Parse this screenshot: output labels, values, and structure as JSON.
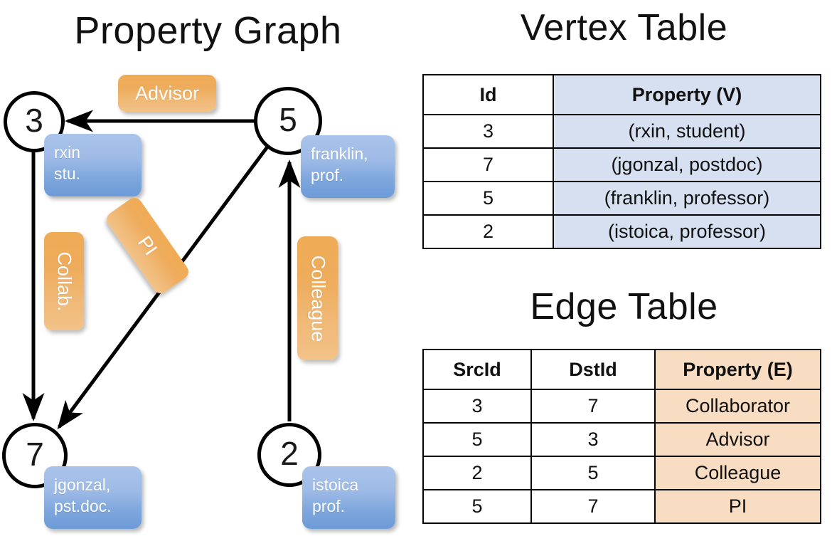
{
  "panels": {
    "graph_title": "Property Graph",
    "vertex_title": "Vertex Table",
    "edge_title": "Edge Table"
  },
  "graph": {
    "nodes": [
      {
        "id": "3",
        "property_line1": "rxin",
        "property_line2": "stu."
      },
      {
        "id": "5",
        "property_line1": "franklin,",
        "property_line2": "prof."
      },
      {
        "id": "7",
        "property_line1": "jgonzal,",
        "property_line2": "pst.doc."
      },
      {
        "id": "2",
        "property_line1": "istoica",
        "property_line2": "prof."
      }
    ],
    "edge_labels": {
      "advisor": "Advisor",
      "collab": "Collab.",
      "pi": "PI",
      "colleague": "Colleague"
    }
  },
  "vertex_table": {
    "headers": [
      "Id",
      "Property (V)"
    ],
    "rows": [
      {
        "id": "3",
        "property": "(rxin, student)"
      },
      {
        "id": "7",
        "property": "(jgonzal, postdoc)"
      },
      {
        "id": "5",
        "property": "(franklin, professor)"
      },
      {
        "id": "2",
        "property": "(istoica, professor)"
      }
    ]
  },
  "edge_table": {
    "headers": [
      "SrcId",
      "DstId",
      "Property (E)"
    ],
    "rows": [
      {
        "src": "3",
        "dst": "7",
        "property": "Collaborator"
      },
      {
        "src": "5",
        "dst": "3",
        "property": "Advisor"
      },
      {
        "src": "2",
        "dst": "5",
        "property": "Colleague"
      },
      {
        "src": "5",
        "dst": "7",
        "property": "PI"
      }
    ]
  },
  "colors": {
    "vertex_property_fill": "#d6e0f0",
    "edge_property_fill": "#f8ddc3",
    "node_property_blue": "#7ea7dd",
    "edge_label_orange": "#f0ab55"
  }
}
